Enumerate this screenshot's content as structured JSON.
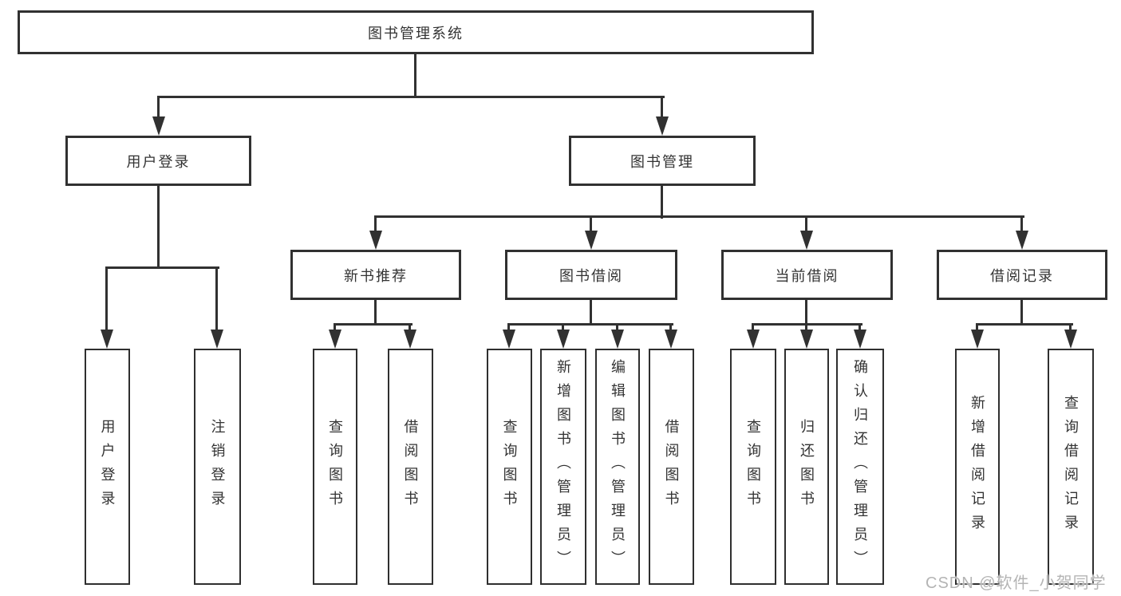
{
  "diagram": {
    "root": {
      "label": "图书管理系统"
    },
    "level2": [
      {
        "label": "用户登录"
      },
      {
        "label": "图书管理"
      }
    ],
    "level3": [
      {
        "label": "新书推荐"
      },
      {
        "label": "图书借阅"
      },
      {
        "label": "当前借阅"
      },
      {
        "label": "借阅记录"
      }
    ],
    "leaves": {
      "user_login": [
        "用户登录",
        "注销登录"
      ],
      "new_book_recommend": [
        "查询图书",
        "借阅图书"
      ],
      "book_borrow": [
        "查询图书",
        "新增图书（管理员）",
        "编辑图书（管理员）",
        "借阅图书"
      ],
      "current_borrow": [
        "查询图书",
        "归还图书",
        "确认归还（管理员）"
      ],
      "borrow_record": [
        "新增借阅记录",
        "查询借阅记录"
      ]
    },
    "colors": {
      "line": "#313131",
      "text": "#333333",
      "background": "#ffffff",
      "watermark": "#b4b4b4"
    }
  },
  "watermark": {
    "text": "CSDN @软件_小贺同学"
  }
}
